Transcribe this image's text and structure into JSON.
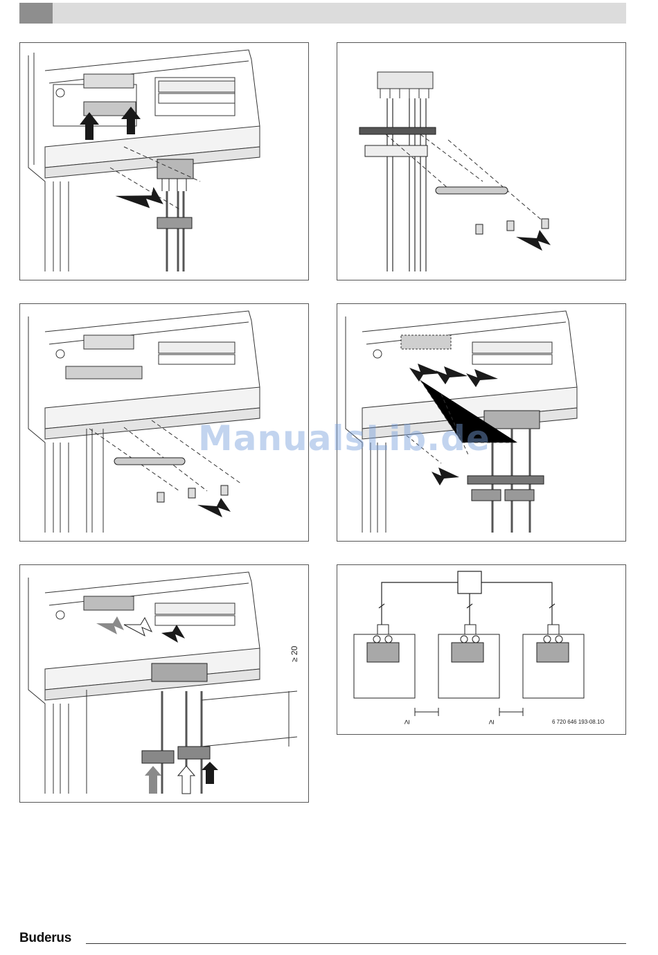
{
  "document": {
    "watermark": "ManualsLib.de",
    "brand": "Buderus"
  },
  "panel_5": {
    "dimension_label": "≥ 20"
  },
  "panel_6": {
    "figure_ref": "6 720 646 193-08.1O",
    "spacing_label_1": "≥",
    "spacing_label_2": "≥"
  },
  "colors": {
    "header_bar": "#dcdcdc",
    "header_tab": "#8e8e8e",
    "arrow_dark": "#1a1a1a",
    "arrow_grey": "#8a8a8a",
    "terminal_fill": "#a8a8a8",
    "watermark": "#78a0dc"
  },
  "icons": [
    "arrow-up-icon",
    "arrow-diagonal-icon",
    "screw-icon",
    "cable-clamp-icon",
    "terminal-block-icon"
  ]
}
